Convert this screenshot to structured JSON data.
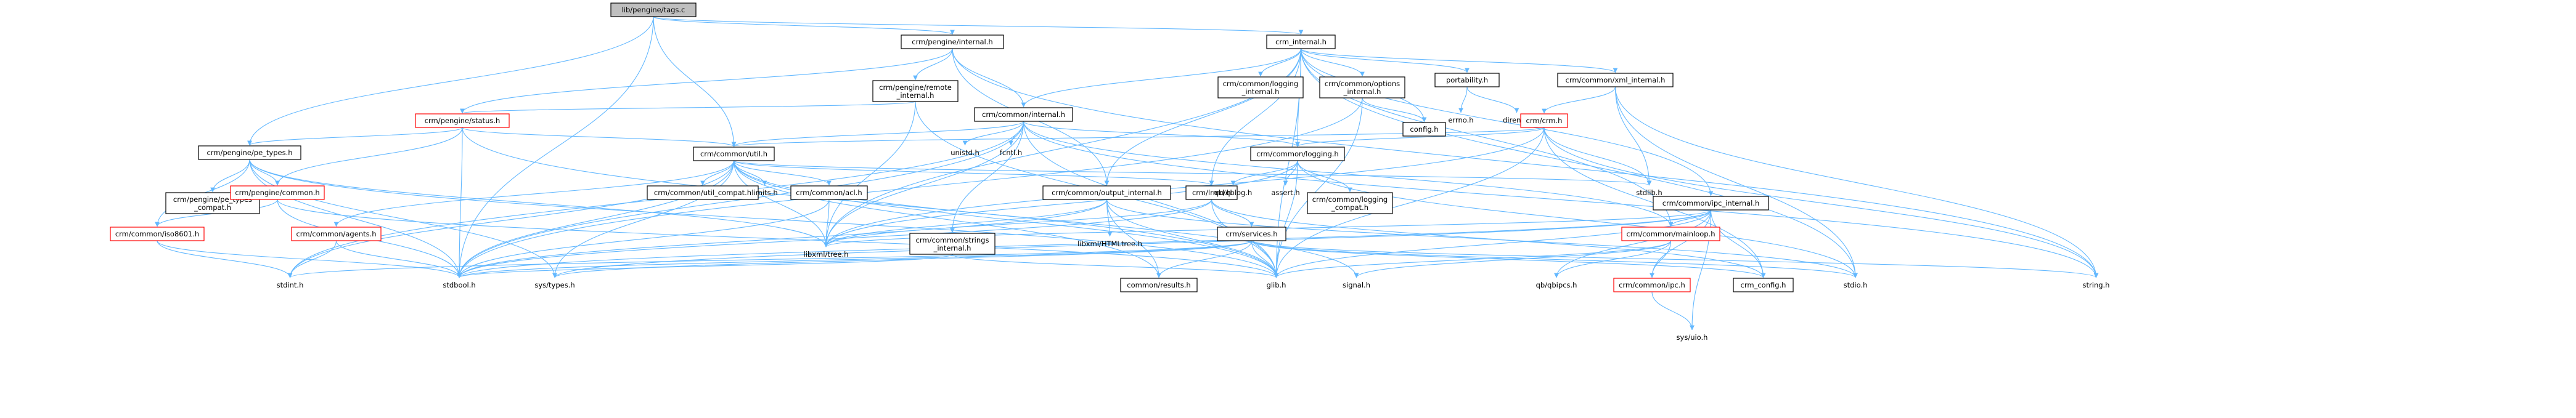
{
  "colors": {
    "edge": "#63b8ff",
    "root_fill": "#bfbfbf",
    "root_stroke": "#000000",
    "node_stroke": "#000000",
    "truncated_stroke": "#ff0000",
    "external_text": "#9a9a9a"
  },
  "nodes": [
    {
      "id": "root",
      "label": "lib/pengine/tags.c",
      "kind": "root"
    },
    {
      "id": "pe_internal",
      "label": "crm/pengine/internal.h",
      "kind": "box"
    },
    {
      "id": "crm_internal",
      "label": "crm_internal.h",
      "kind": "box"
    },
    {
      "id": "pe_remote",
      "label": "crm/pengine/remote\n_internal.h",
      "kind": "box"
    },
    {
      "id": "cm_internal",
      "label": "crm/common/internal.h",
      "kind": "box"
    },
    {
      "id": "pe_status",
      "label": "crm/pengine/status.h",
      "kind": "truncated"
    },
    {
      "id": "logging_internal",
      "label": "crm/common/logging\n_internal.h",
      "kind": "box"
    },
    {
      "id": "options_internal",
      "label": "crm/common/options\n_internal.h",
      "kind": "box"
    },
    {
      "id": "portability",
      "label": "portability.h",
      "kind": "box"
    },
    {
      "id": "xml_internal",
      "label": "crm/common/xml_internal.h",
      "kind": "box"
    },
    {
      "id": "config",
      "label": "config.h",
      "kind": "box"
    },
    {
      "id": "errno",
      "label": "errno.h",
      "kind": "external"
    },
    {
      "id": "dirent",
      "label": "dirent.h",
      "kind": "external"
    },
    {
      "id": "crm_h",
      "label": "crm/crm.h",
      "kind": "truncated"
    },
    {
      "id": "pe_types",
      "label": "crm/pengine/pe_types.h",
      "kind": "box"
    },
    {
      "id": "util",
      "label": "crm/common/util.h",
      "kind": "box"
    },
    {
      "id": "unistd",
      "label": "unistd.h",
      "kind": "external"
    },
    {
      "id": "fcntl",
      "label": "fcntl.h",
      "kind": "external"
    },
    {
      "id": "cm_logging",
      "label": "crm/common/logging.h",
      "kind": "box"
    },
    {
      "id": "stdlib",
      "label": "stdlib.h",
      "kind": "external"
    },
    {
      "id": "pe_types_compat",
      "label": "crm/pengine/pe_types\n_compat.h",
      "kind": "box"
    },
    {
      "id": "pe_common",
      "label": "crm/pengine/common.h",
      "kind": "truncated"
    },
    {
      "id": "util_compat",
      "label": "crm/common/util_compat.h",
      "kind": "box"
    },
    {
      "id": "limits",
      "label": "limits.h",
      "kind": "external"
    },
    {
      "id": "acl",
      "label": "crm/common/acl.h",
      "kind": "box"
    },
    {
      "id": "output_internal",
      "label": "crm/common/output_internal.h",
      "kind": "box"
    },
    {
      "id": "lrmd",
      "label": "crm/lrmd.h",
      "kind": "box"
    },
    {
      "id": "qbqblog",
      "label": "qb/qblog.h",
      "kind": "external"
    },
    {
      "id": "assert",
      "label": "assert.h",
      "kind": "external"
    },
    {
      "id": "logging_compat",
      "label": "crm/common/logging\n_compat.h",
      "kind": "box"
    },
    {
      "id": "ipc_internal",
      "label": "crm/common/ipc_internal.h",
      "kind": "box"
    },
    {
      "id": "iso8601",
      "label": "crm/common/iso8601.h",
      "kind": "truncated"
    },
    {
      "id": "agents",
      "label": "crm/common/agents.h",
      "kind": "truncated"
    },
    {
      "id": "strings_internal",
      "label": "crm/common/strings\n_internal.h",
      "kind": "box"
    },
    {
      "id": "libxml_htmltree",
      "label": "libxml/HTMLtree.h",
      "kind": "external"
    },
    {
      "id": "services",
      "label": "crm/services.h",
      "kind": "box"
    },
    {
      "id": "mainloop",
      "label": "crm/common/mainloop.h",
      "kind": "truncated"
    },
    {
      "id": "libxml_tree",
      "label": "libxml/tree.h",
      "kind": "external"
    },
    {
      "id": "stdint",
      "label": "stdint.h",
      "kind": "external"
    },
    {
      "id": "stdbool",
      "label": "stdbool.h",
      "kind": "external"
    },
    {
      "id": "systypes",
      "label": "sys/types.h",
      "kind": "external"
    },
    {
      "id": "results",
      "label": "common/results.h",
      "kind": "box"
    },
    {
      "id": "glib",
      "label": "glib.h",
      "kind": "external"
    },
    {
      "id": "signal",
      "label": "signal.h",
      "kind": "external"
    },
    {
      "id": "qbqbipcs",
      "label": "qb/qbipcs.h",
      "kind": "external"
    },
    {
      "id": "ipc",
      "label": "crm/common/ipc.h",
      "kind": "truncated"
    },
    {
      "id": "crm_config",
      "label": "crm_config.h",
      "kind": "box"
    },
    {
      "id": "stdio",
      "label": "stdio.h",
      "kind": "external"
    },
    {
      "id": "string",
      "label": "string.h",
      "kind": "external"
    },
    {
      "id": "sysuio",
      "label": "sys/uio.h",
      "kind": "external"
    }
  ],
  "edges": [
    [
      "root",
      "pe_internal"
    ],
    [
      "root",
      "crm_internal"
    ],
    [
      "root",
      "pe_types"
    ],
    [
      "root",
      "util"
    ],
    [
      "root",
      "stdbool"
    ],
    [
      "pe_internal",
      "pe_remote"
    ],
    [
      "pe_internal",
      "cm_internal"
    ],
    [
      "pe_internal",
      "pe_status"
    ],
    [
      "pe_internal",
      "output_internal"
    ],
    [
      "pe_internal",
      "string"
    ],
    [
      "crm_internal",
      "config"
    ],
    [
      "crm_internal",
      "logging_internal"
    ],
    [
      "crm_internal",
      "options_internal"
    ],
    [
      "crm_internal",
      "portability"
    ],
    [
      "crm_internal",
      "xml_internal"
    ],
    [
      "crm_internal",
      "cm_internal"
    ],
    [
      "crm_internal",
      "ipc_internal"
    ],
    [
      "crm_internal",
      "output_internal"
    ],
    [
      "crm_internal",
      "cm_logging"
    ],
    [
      "crm_internal",
      "lrmd"
    ],
    [
      "crm_internal",
      "glib"
    ],
    [
      "crm_internal",
      "libxml_tree"
    ],
    [
      "crm_internal",
      "mainloop"
    ],
    [
      "crm_internal",
      "stdio"
    ],
    [
      "pe_remote",
      "pe_status"
    ],
    [
      "pe_remote",
      "libxml_tree"
    ],
    [
      "pe_remote",
      "glib"
    ],
    [
      "cm_internal",
      "util"
    ],
    [
      "cm_internal",
      "unistd"
    ],
    [
      "cm_internal",
      "fcntl"
    ],
    [
      "cm_internal",
      "glib"
    ],
    [
      "cm_internal",
      "stdbool"
    ],
    [
      "cm_internal",
      "libxml_tree"
    ],
    [
      "cm_internal",
      "strings_internal"
    ],
    [
      "cm_internal",
      "cm_logging"
    ],
    [
      "cm_internal",
      "mainloop"
    ],
    [
      "cm_internal",
      "string"
    ],
    [
      "cm_internal",
      "stdint"
    ],
    [
      "pe_status",
      "pe_types"
    ],
    [
      "pe_status",
      "util"
    ],
    [
      "pe_status",
      "pe_common"
    ],
    [
      "pe_status",
      "glib"
    ],
    [
      "pe_status",
      "stdbool"
    ],
    [
      "options_internal",
      "stdbool"
    ],
    [
      "options_internal",
      "glib"
    ],
    [
      "options_internal",
      "config"
    ],
    [
      "portability",
      "errno"
    ],
    [
      "portability",
      "dirent"
    ],
    [
      "xml_internal",
      "crm_h"
    ],
    [
      "xml_internal",
      "stdlib"
    ],
    [
      "xml_internal",
      "stdio"
    ],
    [
      "xml_internal",
      "string"
    ],
    [
      "crm_h",
      "cm_logging"
    ],
    [
      "crm_h",
      "util"
    ],
    [
      "crm_h",
      "stdlib"
    ],
    [
      "crm_h",
      "glib"
    ],
    [
      "crm_h",
      "libxml_tree"
    ],
    [
      "crm_h",
      "string"
    ],
    [
      "crm_h",
      "crm_config"
    ],
    [
      "pe_types",
      "pe_types_compat"
    ],
    [
      "pe_types",
      "pe_common"
    ],
    [
      "pe_types",
      "iso8601"
    ],
    [
      "pe_types",
      "stdbool"
    ],
    [
      "pe_types",
      "systypes"
    ],
    [
      "pe_types",
      "libxml_tree"
    ],
    [
      "pe_types",
      "glib"
    ],
    [
      "pe_common",
      "iso8601"
    ],
    [
      "pe_common",
      "stdbool"
    ],
    [
      "pe_common",
      "glib"
    ],
    [
      "util",
      "util_compat"
    ],
    [
      "util",
      "limits"
    ],
    [
      "util",
      "acl"
    ],
    [
      "util",
      "agents"
    ],
    [
      "util",
      "results"
    ],
    [
      "util",
      "lrmd"
    ],
    [
      "util",
      "stdbool"
    ],
    [
      "util",
      "stdint"
    ],
    [
      "util",
      "systypes"
    ],
    [
      "util",
      "libxml_tree"
    ],
    [
      "util",
      "glib"
    ],
    [
      "util",
      "signal"
    ],
    [
      "util",
      "stdlib"
    ],
    [
      "acl",
      "libxml_tree"
    ],
    [
      "acl",
      "stdbool"
    ],
    [
      "agents",
      "stdint"
    ],
    [
      "agents",
      "stdbool"
    ],
    [
      "iso8601",
      "stdint"
    ],
    [
      "iso8601",
      "stdbool"
    ],
    [
      "output_internal",
      "stdio"
    ],
    [
      "output_internal",
      "libxml_tree"
    ],
    [
      "output_internal",
      "libxml_htmltree"
    ],
    [
      "output_internal",
      "glib"
    ],
    [
      "output_internal",
      "results"
    ],
    [
      "output_internal",
      "stdbool"
    ],
    [
      "cm_logging",
      "qbqblog"
    ],
    [
      "cm_logging",
      "assert"
    ],
    [
      "cm_logging",
      "logging_compat"
    ],
    [
      "cm_logging",
      "glib"
    ],
    [
      "cm_logging",
      "libxml_tree"
    ],
    [
      "cm_logging",
      "stdio"
    ],
    [
      "lrmd",
      "services"
    ],
    [
      "lrmd",
      "stdbool"
    ],
    [
      "lrmd",
      "glib"
    ],
    [
      "lrmd",
      "crm_config"
    ],
    [
      "lrmd",
      "libxml_tree"
    ],
    [
      "services",
      "glib"
    ],
    [
      "services",
      "stdio"
    ],
    [
      "services",
      "stdint"
    ],
    [
      "services",
      "string"
    ],
    [
      "services",
      "stdbool"
    ],
    [
      "services",
      "systypes"
    ],
    [
      "services",
      "crm_config"
    ],
    [
      "services",
      "results"
    ],
    [
      "ipc_internal",
      "stdbool"
    ],
    [
      "ipc_internal",
      "systypes"
    ],
    [
      "ipc_internal",
      "sysuio"
    ],
    [
      "ipc_internal",
      "qbqbipcs"
    ],
    [
      "ipc_internal",
      "glib"
    ],
    [
      "ipc_internal",
      "crm_config"
    ],
    [
      "ipc_internal",
      "mainloop"
    ],
    [
      "ipc_internal",
      "ipc"
    ],
    [
      "ipc_internal",
      "libxml_tree"
    ],
    [
      "mainloop",
      "signal"
    ],
    [
      "mainloop",
      "glib"
    ],
    [
      "mainloop",
      "qbqbipcs"
    ],
    [
      "mainloop",
      "ipc"
    ],
    [
      "strings_internal",
      "glib"
    ],
    [
      "strings_internal",
      "stdbool"
    ],
    [
      "ipc",
      "sysuio"
    ]
  ]
}
